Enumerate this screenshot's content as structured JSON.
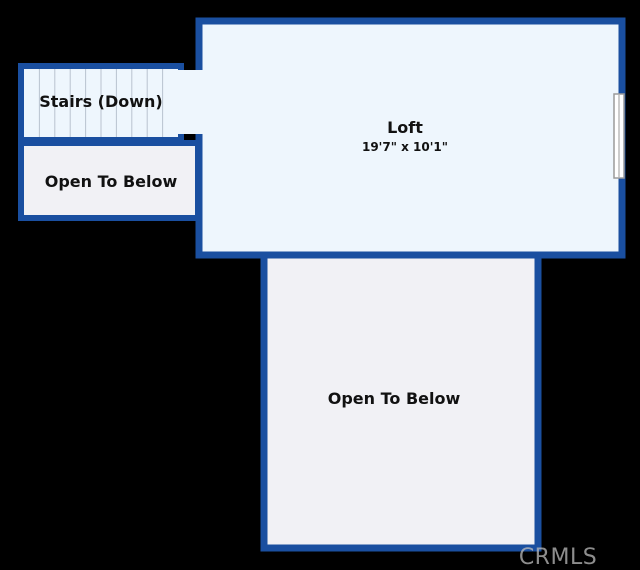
{
  "colors": {
    "background": "#000000",
    "wall": "#1a4fa0",
    "loft_fill": "#eef6fd",
    "open_fill": "#f1f1f5",
    "stair_fill": "#eef6fd",
    "stair_lines": "#b9c3cf",
    "window": "#c9c9c9",
    "text": "#111111",
    "watermark": "#bdbdbd"
  },
  "rooms": {
    "stairs": {
      "label": "Stairs (Down)"
    },
    "open_small": {
      "label": "Open To Below"
    },
    "loft": {
      "label": "Loft",
      "dimensions": "19'7\" x 10'1\""
    },
    "open_large": {
      "label": "Open To Below"
    }
  },
  "watermark": {
    "text": "CRMLS"
  }
}
